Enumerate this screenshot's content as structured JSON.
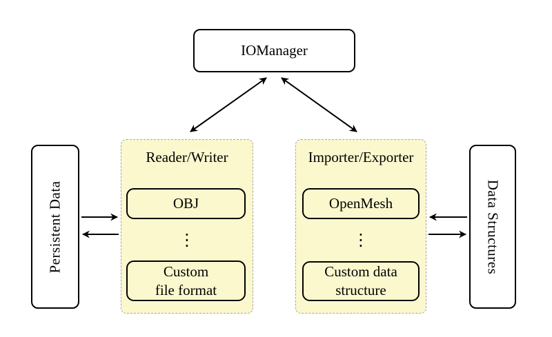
{
  "diagram": {
    "nodes": {
      "iomanager": {
        "label": "IOManager"
      },
      "persistent_data": {
        "label": "Persistent Data"
      },
      "data_structures": {
        "label": "Data Structures"
      },
      "reader_writer": {
        "label": "Reader/Writer",
        "dots": "⋮",
        "items": {
          "obj": {
            "label": "OBJ"
          },
          "custom": {
            "line1": "Custom",
            "line2": "file format"
          }
        }
      },
      "importer_exporter": {
        "label": "Importer/Exporter",
        "dots": "⋮",
        "items": {
          "openmesh": {
            "label": "OpenMesh"
          },
          "custom": {
            "line1": "Custom data",
            "line2": "structure"
          }
        }
      }
    },
    "edges": [
      {
        "from": "IOManager",
        "to": "Reader/Writer",
        "style": "double-headed"
      },
      {
        "from": "IOManager",
        "to": "Importer/Exporter",
        "style": "double-headed"
      },
      {
        "from": "Persistent Data",
        "to": "Reader/Writer",
        "style": "arrow"
      },
      {
        "from": "Reader/Writer",
        "to": "Persistent Data",
        "style": "arrow"
      },
      {
        "from": "Data Structures",
        "to": "Importer/Exporter",
        "style": "arrow"
      },
      {
        "from": "Importer/Exporter",
        "to": "Data Structures",
        "style": "arrow"
      }
    ],
    "colors": {
      "group_fill": "#FBF8CE",
      "group_border": "#A6A6A6",
      "node_border": "#000000",
      "arrow": "#000000",
      "text": "#000000",
      "background": "#FFFFFF"
    }
  }
}
